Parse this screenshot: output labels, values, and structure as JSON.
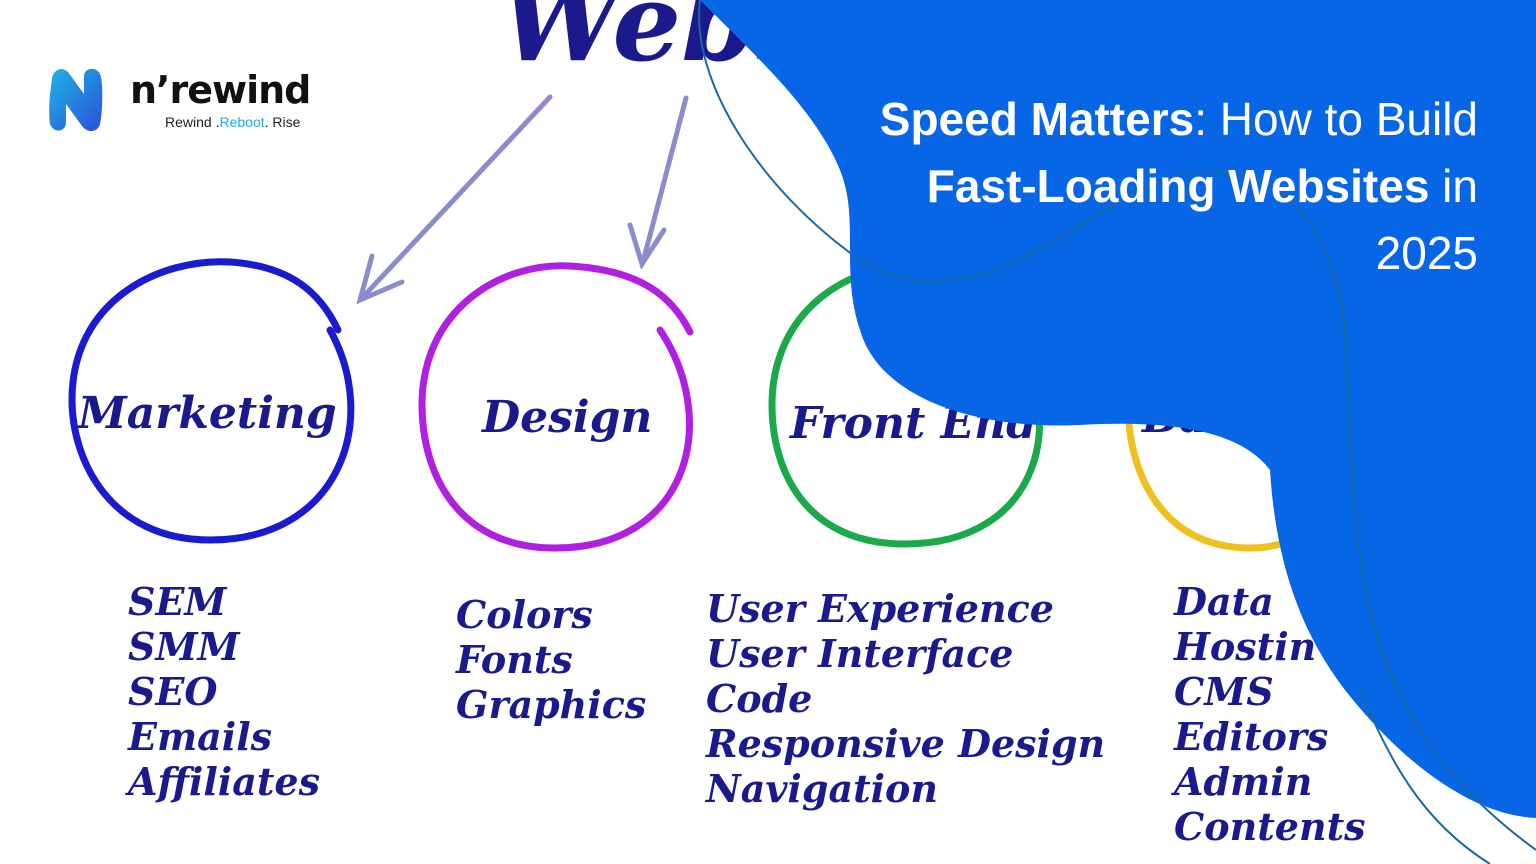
{
  "header_word": "Webs",
  "brand": {
    "name": "n’rewind",
    "tagline_parts": [
      "Rewind .",
      "Reboot",
      ". Rise"
    ],
    "colors": {
      "mark_start": "#1fb4e6",
      "mark_end": "#2a50d8",
      "tagline_accent": "#1fa9e6"
    }
  },
  "headline": {
    "bold_1": "Speed Matters",
    "text_1": ": How to Build",
    "bold_2": "Fast-Loading Websites",
    "text_2": " in",
    "text_3": "2025"
  },
  "circles": [
    {
      "label": "Marketing",
      "color": "#1a1ad0",
      "items": [
        "SEM",
        "SMM",
        "SEO",
        "Emails",
        "Affiliates"
      ]
    },
    {
      "label": "Design",
      "color": "#b020e0",
      "items": [
        "Colors",
        "Fonts",
        "Graphics"
      ]
    },
    {
      "label": "Front End",
      "color": "#1aaa4a",
      "items": [
        "User Experience",
        "User Interface",
        "Code",
        "Responsive Design",
        "Navigation"
      ]
    },
    {
      "label": "Back",
      "color": "#f0c020",
      "items": [
        "Data",
        "Hostin",
        "CMS",
        "Editors",
        "Admin",
        "Contents"
      ]
    }
  ],
  "colors": {
    "blob": "#0766e6",
    "arrow": "#8c8ccc",
    "ink": "#1a1a8c",
    "curve": "#1a6aa0"
  }
}
